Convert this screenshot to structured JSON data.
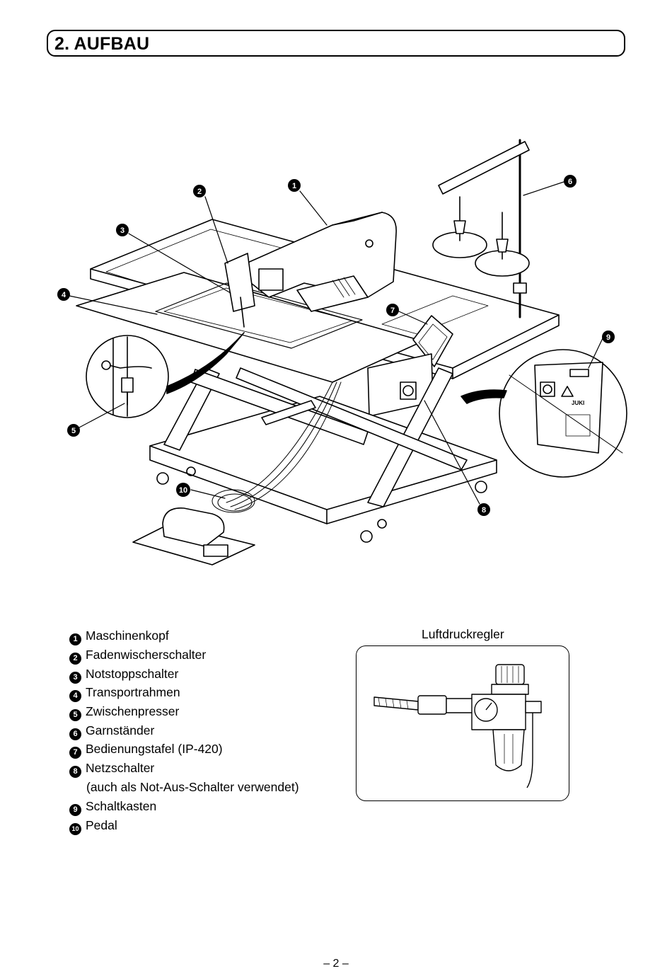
{
  "section": {
    "title": "2. AUFBAU"
  },
  "figure": {
    "callouts": [
      "1",
      "2",
      "3",
      "4",
      "5",
      "6",
      "7",
      "8",
      "9",
      "10"
    ],
    "brand_label": "JUKI"
  },
  "legend": {
    "items": [
      {
        "marker": "1",
        "label": "Maschinenkopf"
      },
      {
        "marker": "2",
        "label": "Fadenwischerschalter"
      },
      {
        "marker": "3",
        "label": "Notstoppschalter"
      },
      {
        "marker": "4",
        "label": "Transportrahmen"
      },
      {
        "marker": "5",
        "label": "Zwischenpresser"
      },
      {
        "marker": "6",
        "label": "Garnständer"
      },
      {
        "marker": "7",
        "label": "Bedienungstafel (IP-420)"
      },
      {
        "marker": "8",
        "label": "Netzschalter",
        "sub": "(auch als Not-Aus-Schalter verwendet)"
      },
      {
        "marker": "9",
        "label": "Schaltkasten"
      },
      {
        "marker": "10",
        "label": "Pedal"
      }
    ]
  },
  "inset": {
    "title": "Luftdruckregler"
  },
  "footer": {
    "page_number": "– 2 –"
  }
}
